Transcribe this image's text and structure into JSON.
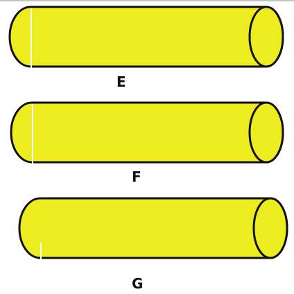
{
  "colors": {
    "fill": "#ecec1f",
    "stroke": "#111111",
    "background": "#ffffff"
  },
  "cylinders": [
    {
      "label": "E"
    },
    {
      "label": "F"
    },
    {
      "label": "G"
    }
  ]
}
